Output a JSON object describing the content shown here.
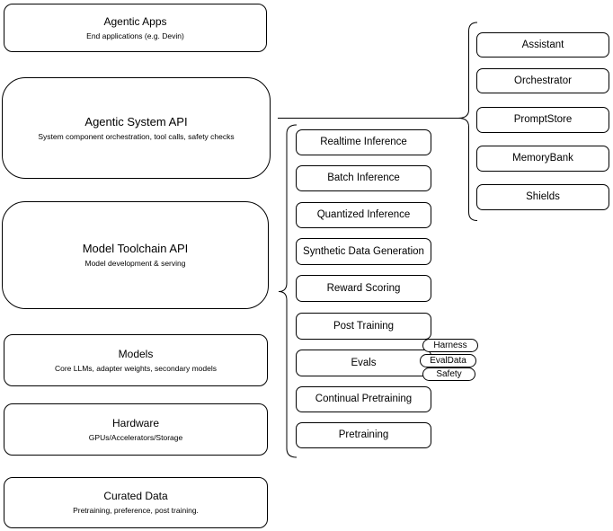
{
  "left_stack": [
    {
      "title": "Agentic Apps",
      "subtitle": "End applications (e.g. Devin)"
    },
    {
      "title": "Agentic System API",
      "subtitle": "System component orchestration, tool calls, safety checks"
    },
    {
      "title": "Model Toolchain API",
      "subtitle": "Model development & serving"
    },
    {
      "title": "Models",
      "subtitle": "Core LLMs, adapter weights, secondary models"
    },
    {
      "title": "Hardware",
      "subtitle": "GPUs/Accelerators/Storage"
    },
    {
      "title": "Curated Data",
      "subtitle": "Pretraining, preference, post training."
    }
  ],
  "toolchain": {
    "items": [
      "Realtime Inference",
      "Batch Inference",
      "Quantized Inference",
      "Synthetic Data Generation",
      "Reward Scoring",
      "Post Training",
      "Evals",
      "Continual Pretraining",
      "Pretraining"
    ]
  },
  "eval_tags": [
    "Harness",
    "EvalData",
    "Safety"
  ],
  "system_components": [
    "Assistant",
    "Orchestrator",
    "PromptStore",
    "MemoryBank",
    "Shields"
  ],
  "colors": {
    "stroke": "#000000",
    "background": "#ffffff",
    "text": "#000000"
  }
}
